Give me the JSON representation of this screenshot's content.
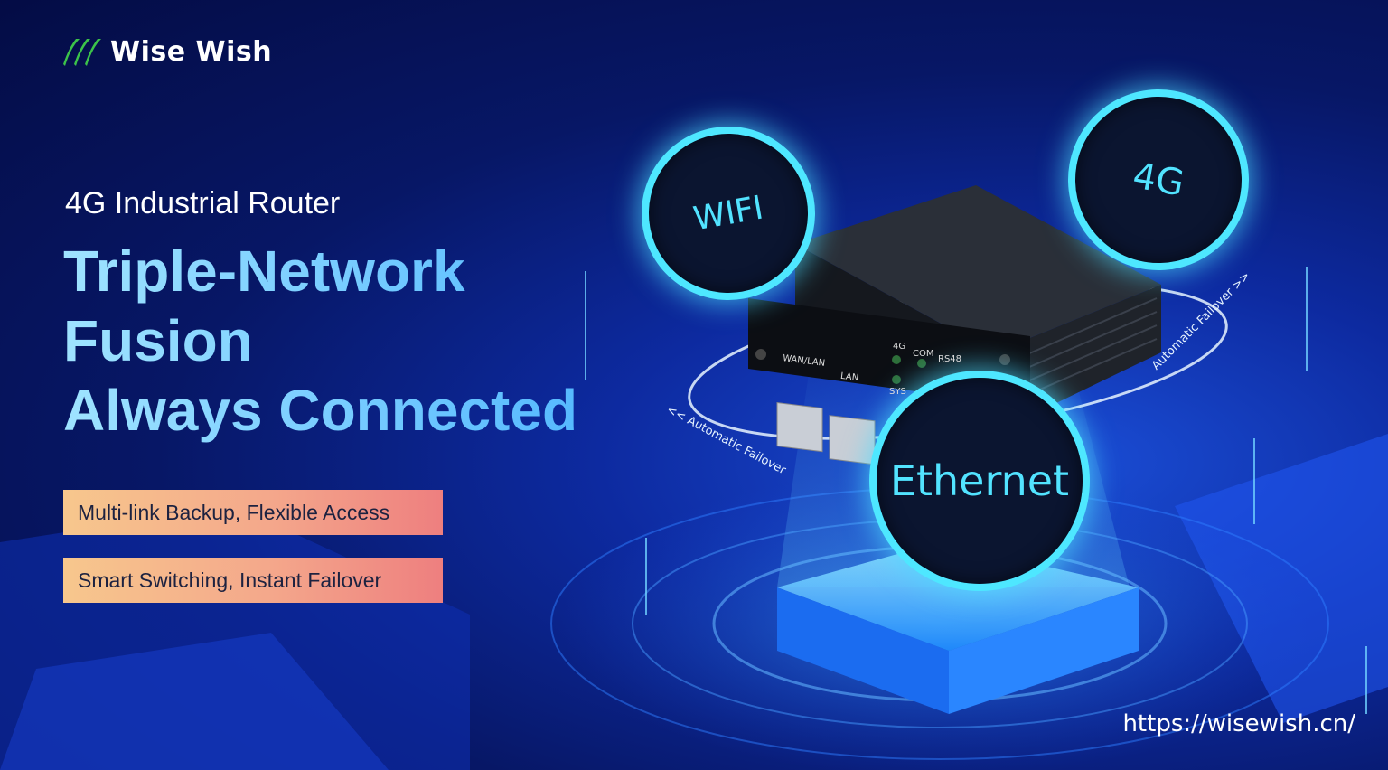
{
  "brand": {
    "name": "Wise Wish"
  },
  "hero": {
    "subtitle": "4G Industrial Router",
    "headline_line1": "Triple-Network",
    "headline_line2": "Fusion",
    "headline_line3": "Always Connected"
  },
  "tags": [
    "Multi-link Backup, Flexible Access",
    "Smart Switching, Instant Failover"
  ],
  "bubbles": {
    "wifi": "WIFI",
    "lte": "4G",
    "ethernet": "Ethernet"
  },
  "failover": {
    "left": "<< Automatic Failover",
    "right": "Automatic Failover >>"
  },
  "router_ports": {
    "wan": "WAN/LAN",
    "lan": "LAN",
    "led_4g": "4G",
    "led_com": "COM",
    "led_rs": "RS48",
    "led_sys": "SYS"
  },
  "url": "https://wisewish.cn/",
  "colors": {
    "accent_cyan": "#4ee7ff",
    "tag_start": "#f7c78d",
    "tag_end": "#ee7f7f",
    "headline": "#7dd3ff"
  }
}
